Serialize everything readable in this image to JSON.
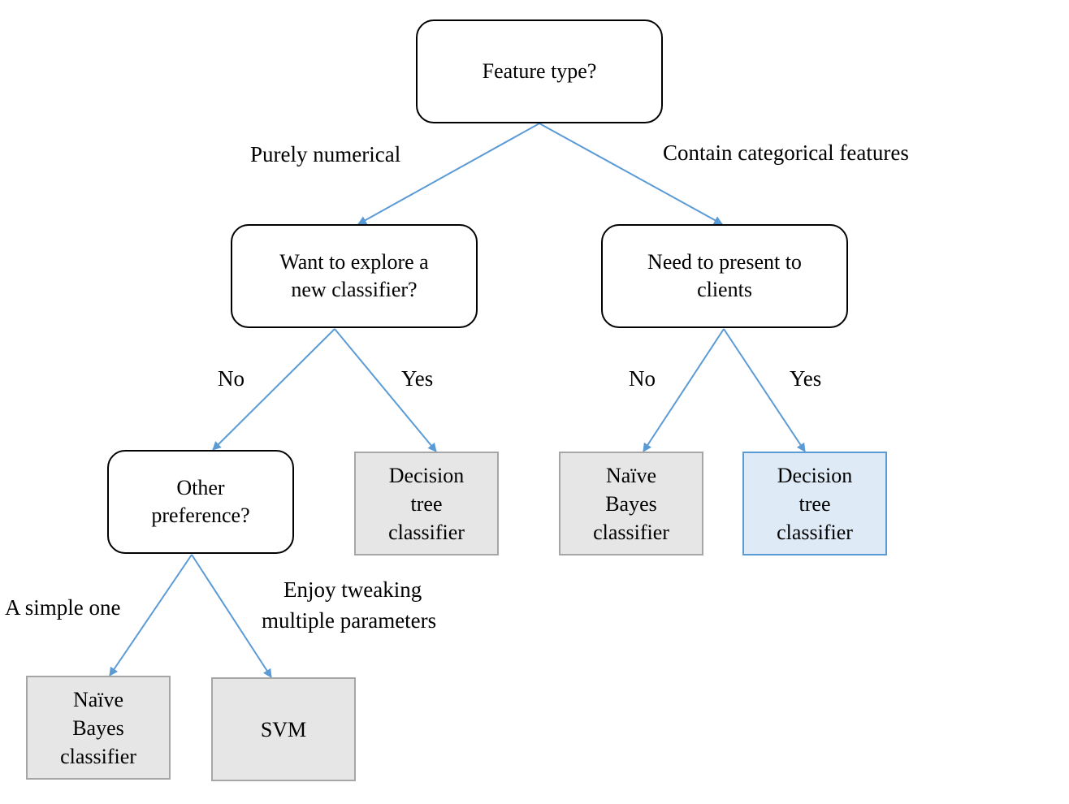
{
  "nodes": {
    "root": [
      "Feature type?"
    ],
    "explore": [
      "Want to explore a",
      "new classifier?"
    ],
    "present": [
      "Need to present to",
      "clients"
    ],
    "other": [
      "Other",
      "preference?"
    ],
    "leaf_dt_1": [
      "Decision",
      "tree",
      "classifier"
    ],
    "leaf_nb_1": [
      "Naïve",
      "Bayes",
      "classifier"
    ],
    "leaf_dt_2": [
      "Decision",
      "tree",
      "classifier"
    ],
    "leaf_nb_2": [
      "Naïve",
      "Bayes",
      "classifier"
    ],
    "leaf_svm": [
      "SVM"
    ]
  },
  "edge_labels": {
    "purely_numerical": "Purely numerical",
    "categorical": "Contain categorical features",
    "explore_no": "No",
    "explore_yes": "Yes",
    "present_no": "No",
    "present_yes": "Yes",
    "simple": "A simple one",
    "tweak": [
      "Enjoy tweaking",
      "multiple parameters"
    ]
  },
  "colors": {
    "arrow": "#5b9bd5",
    "leaf_fill": "#e6e6e6",
    "leaf_border": "#a6a6a6",
    "highlight_fill": "#deebf7",
    "highlight_border": "#5b9bd5"
  }
}
